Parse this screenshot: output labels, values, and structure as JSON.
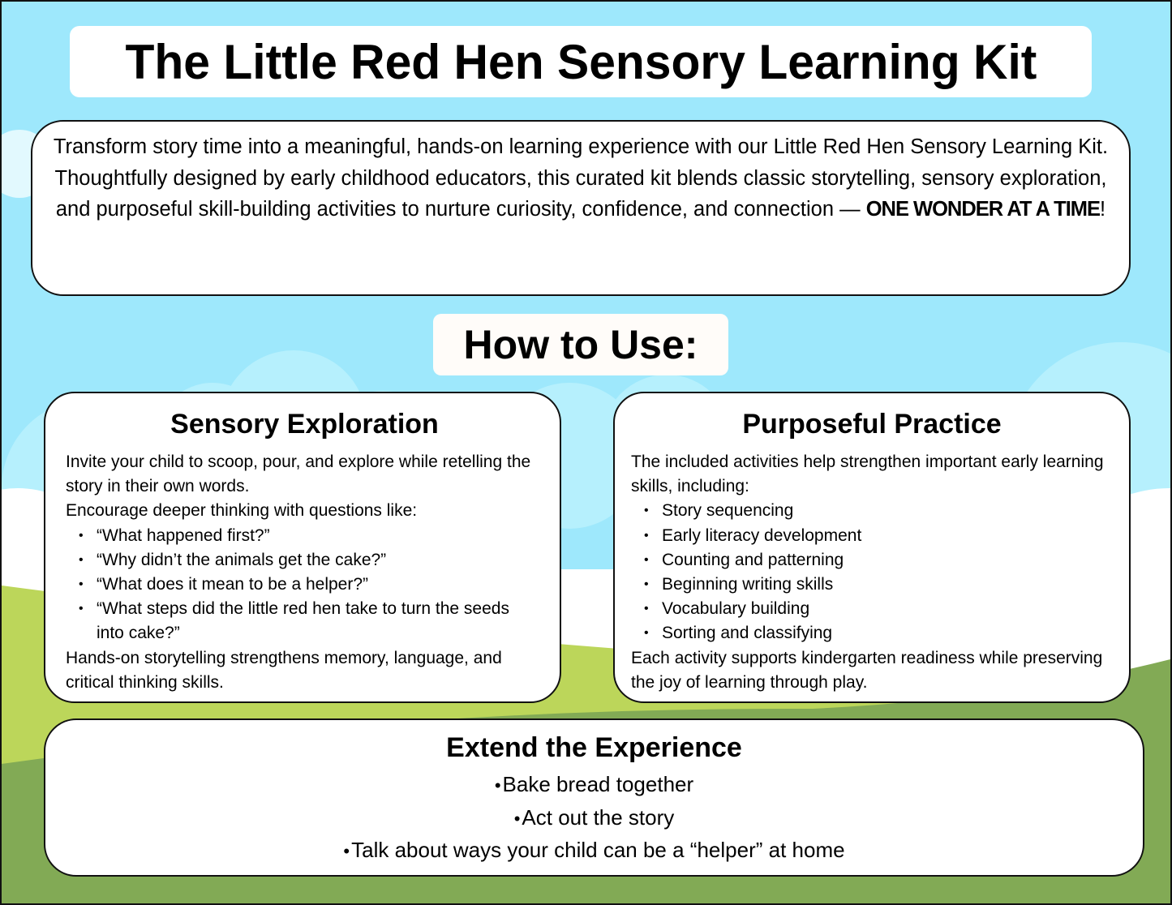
{
  "title": "The Little Red Hen Sensory Learning Kit",
  "intro": {
    "paragraph1": "Transform story time into a meaningful, hands-on learning experience with our Little Red Hen Sensory Learning Kit.",
    "paragraph2_prefix": "Thoughtfully designed by early childhood educators, this curated kit blends classic storytelling, sensory exploration, and purposeful skill-building activities to nurture curiosity, confidence, and connection — ",
    "paragraph2_emphasis": "ONE WONDER AT A TIME",
    "paragraph2_suffix": "!"
  },
  "how_to_use": {
    "heading": "How to Use:"
  },
  "sensory_exploration": {
    "heading": "Sensory Exploration",
    "intro": "Invite your child to scoop, pour, and explore while retelling the story in their own words.",
    "questions_lead": "Encourage deeper thinking with questions like:",
    "questions": [
      "“What happened first?”",
      "“Why didn’t the animals get the cake?”",
      "“What does it mean to be a helper?”",
      "“What steps did the little red hen take to turn the seeds into cake?”"
    ],
    "closing": "Hands-on storytelling strengthens memory, language, and critical thinking skills."
  },
  "purposeful_practice": {
    "heading": "Purposeful Practice",
    "intro": "The included activities help strengthen important early learning skills, including:",
    "skills": [
      "Story sequencing",
      "Early literacy development",
      "Counting and patterning",
      "Beginning writing skills",
      "Vocabulary building",
      "Sorting and classifying"
    ],
    "closing": "Each activity supports kindergarten readiness while preserving the joy of learning through play."
  },
  "extend": {
    "heading": "Extend the Experience",
    "items": [
      "Bake bread together",
      "Act out the story",
      "Talk about ways your child can be a “helper” at home"
    ]
  },
  "colors": {
    "sky": "#9ee8fc",
    "cloud_light": "#b6f0fd",
    "cloud_white": "#ffffff",
    "grass_light": "#bcd65a",
    "grass_dark": "#82aa55",
    "border": "#111111"
  }
}
